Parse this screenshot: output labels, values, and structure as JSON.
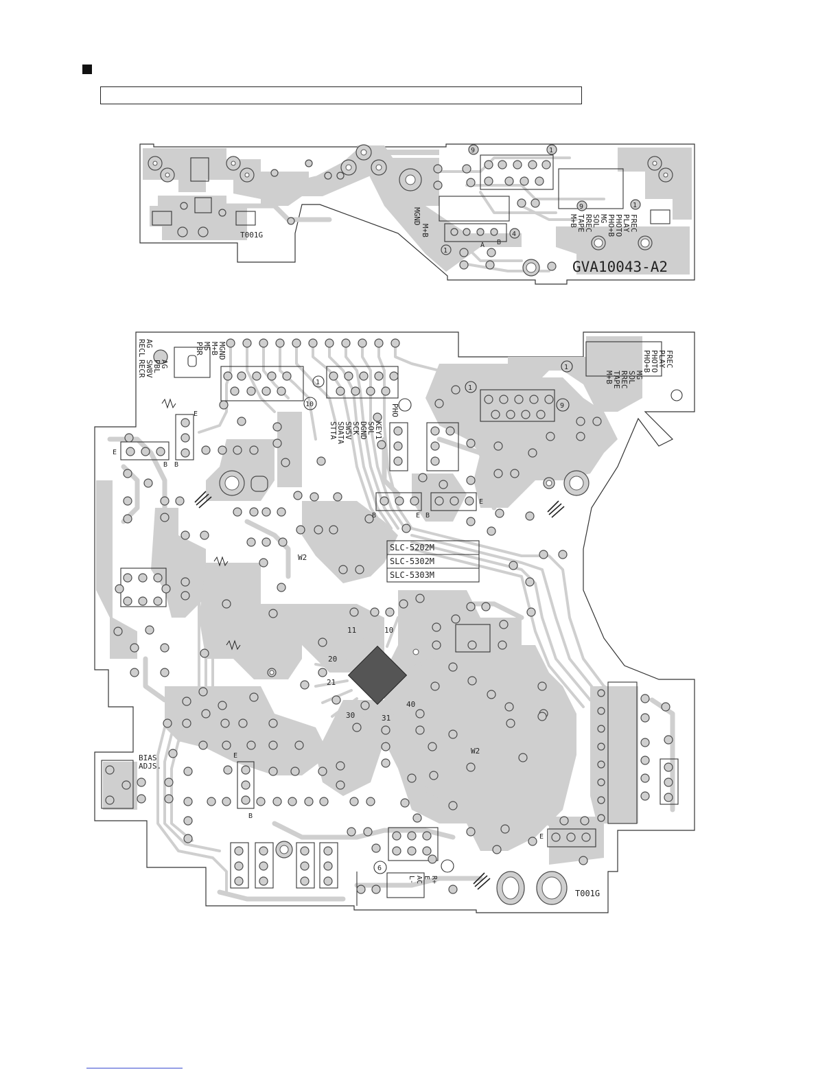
{
  "top_board": {
    "part_number": "GVA10043-A2",
    "code": "T001G",
    "signal_labels": [
      "FREC",
      "PLAY",
      "PHOTO",
      "PHO+B",
      "MG",
      "SOL",
      "RREC",
      "TAPE",
      "M+B"
    ],
    "connector_labels": [
      "MGND",
      "M+B"
    ],
    "pin_marks": [
      "9",
      "1",
      "1",
      "9",
      "1",
      "4"
    ],
    "pin_letters": [
      "A",
      "B"
    ]
  },
  "bottom_board": {
    "code": "T001G",
    "right_signal_labels": [
      "FREC",
      "PLAY",
      "PHOTO",
      "PHO+B",
      "MG",
      "SOL",
      "RREC",
      "TAPE",
      "M+B"
    ],
    "left_signal_labels": [
      "MGND",
      "M+B",
      "MS",
      "PBR"
    ],
    "left_side_labels": [
      "AG",
      "PBL",
      "SW8V",
      "RECR",
      "AG",
      "RECL"
    ],
    "center_bus_labels": [
      "KEY1",
      "SOL",
      "DGND",
      "SCK",
      "SW5V",
      "SDATA",
      "STTA"
    ],
    "pho_label": "PHO",
    "pin_marks": [
      "1",
      "10",
      "1",
      "9",
      "1",
      "6"
    ],
    "variant_table": [
      "SLC-5202M",
      "SLC-5302M",
      "SLC-5303M"
    ],
    "ic_pins": [
      "11",
      "10",
      "20",
      "21",
      "30",
      "31",
      "40"
    ],
    "bias_label": [
      "BIAS",
      "ADJS."
    ],
    "transistor_letters": [
      "E",
      "B",
      "E",
      "B",
      "E",
      "B",
      "E",
      "B",
      "E",
      "B",
      "E"
    ],
    "w_labels": [
      "W2",
      "W2"
    ],
    "bottom_labels": [
      "R+",
      "E",
      "AC",
      "L-"
    ]
  }
}
